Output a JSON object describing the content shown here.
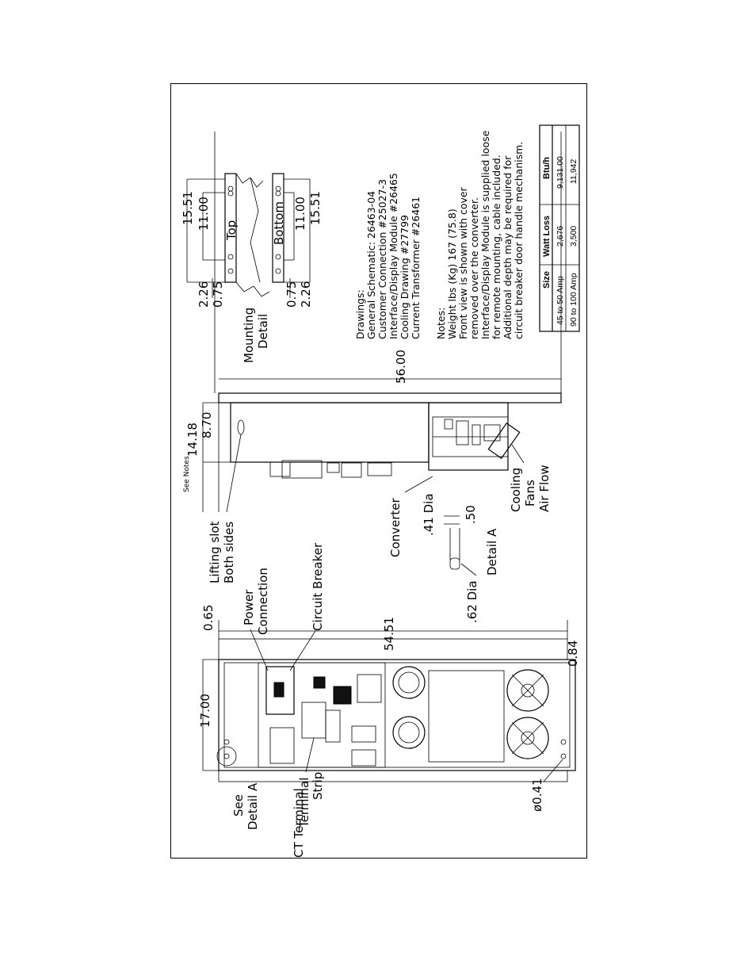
{
  "mounting_detail": {
    "label": "Mounting Detail",
    "top_label": "Top",
    "bottom_label": "Bottom",
    "dim_15_51": "15.51",
    "dim_11_00": "11.00",
    "dim_2_26": "2.26",
    "dim_0_75": "0.75"
  },
  "drawings": {
    "heading": "Drawings:",
    "items": [
      "General Schematic: 26463-04",
      "Customer Connection #25027-3",
      "Interface/Display Module #26465",
      "Cooling Drawing #27799",
      "Current Transformer #26461"
    ]
  },
  "notes": {
    "heading": "Notes:",
    "items": [
      "Weight lbs (Kg) 167 (75.8)",
      "Front view is shown with cover",
      "removed over the converter.",
      "Interface/Display Module is supplied loose",
      "for remote mounting, cable included.",
      "Additional depth may be required for",
      "circuit breaker door handle mechanism."
    ]
  },
  "heat_table": {
    "headers": [
      "Size",
      "Watt Loss",
      "Btu/h"
    ],
    "rows": [
      [
        "45 to 50 Amp",
        "2,676",
        "9,131.00"
      ],
      [
        "90 to 100 Amp",
        "3,500",
        "11,942"
      ]
    ]
  },
  "side_view": {
    "dim_56": "56.00",
    "dim_14_18": "14.18",
    "dim_8_70": "8.70",
    "see_notes": "See Notes",
    "lifting_slot": "Lifting slot",
    "both_sides": "Both sides",
    "converter": "Converter",
    "cooling": "Cooling",
    "fans": "Fans",
    "air_flow": "Air Flow"
  },
  "detail_a": {
    "dia_41": ".41 Dia",
    "dim_50": ".50",
    "dia_62": ".62 Dia",
    "label": "Detail A"
  },
  "front_view": {
    "dim_54_51": "54.51",
    "dim_0_65": "0.65",
    "dim_17": "17.00",
    "dim_0_84": "0.84",
    "dia_041": "ø0.41",
    "power": "Power",
    "connection": "Connection",
    "circuit_breaker": "Circuit Breaker",
    "see": "See",
    "detail_a": "Detail A",
    "terminal": "Terminal",
    "strip": "Strip",
    "ct_terminal": "CT Terminal"
  }
}
